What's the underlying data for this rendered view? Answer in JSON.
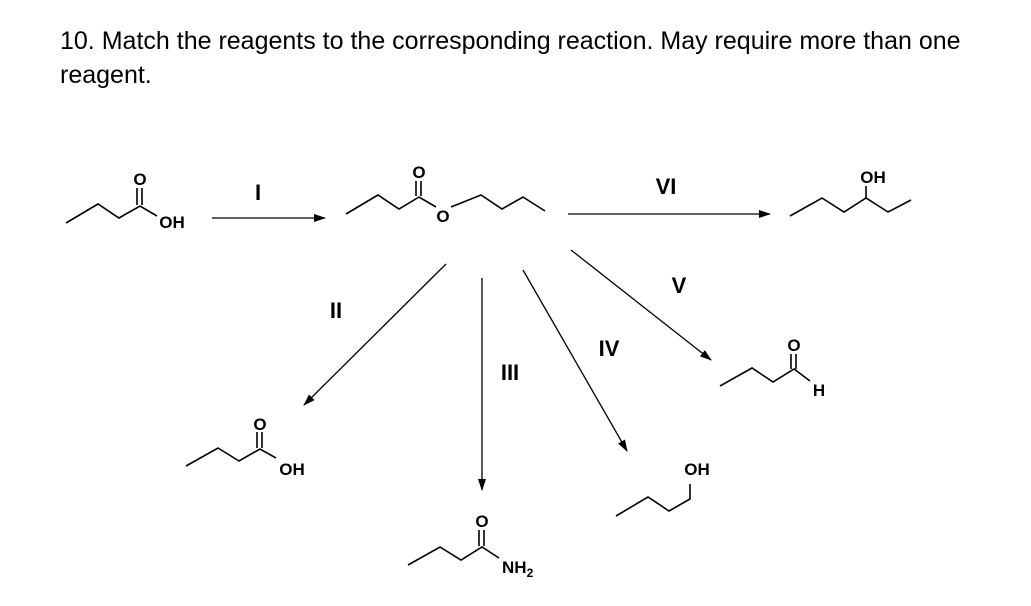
{
  "question": {
    "number": "10.",
    "text": "Match the reagents to the corresponding reaction.  May require more than one reagent."
  },
  "reactions": [
    {
      "label": "I"
    },
    {
      "label": "II"
    },
    {
      "label": "III"
    },
    {
      "label": "IV"
    },
    {
      "label": "V"
    },
    {
      "label": "VI"
    }
  ],
  "atoms": {
    "O": "O",
    "OH": "OH",
    "H": "H",
    "NH": "NH",
    "NH_sub": "2"
  }
}
